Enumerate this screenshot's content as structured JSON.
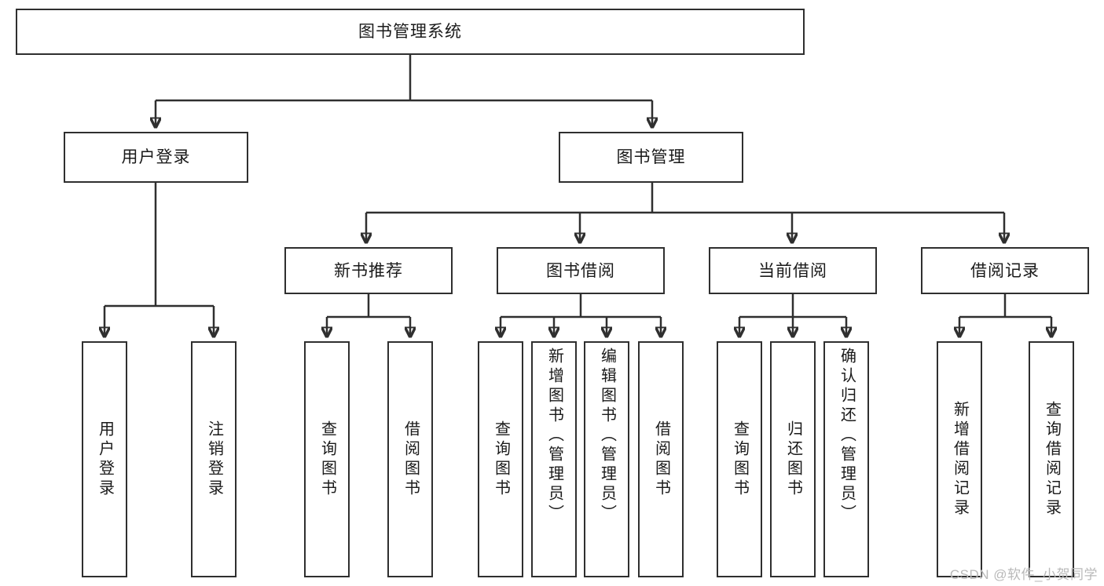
{
  "diagram": {
    "type": "tree",
    "title": "图书管理系统",
    "root": {
      "label": "图书管理系统"
    },
    "level2": [
      {
        "id": "user-login",
        "label": "用户登录"
      },
      {
        "id": "book-manage",
        "label": "图书管理"
      }
    ],
    "level3": [
      {
        "id": "new-book-recommend",
        "label": "新书推荐",
        "parent": "book-manage"
      },
      {
        "id": "book-borrow",
        "label": "图书借阅",
        "parent": "book-manage"
      },
      {
        "id": "current-borrow",
        "label": "当前借阅",
        "parent": "book-manage"
      },
      {
        "id": "borrow-record",
        "label": "借阅记录",
        "parent": "book-manage"
      }
    ],
    "leaves": [
      {
        "id": "leaf-user-login",
        "label": "用户登录",
        "parent": "user-login"
      },
      {
        "id": "leaf-user-logout",
        "label": "注销登录",
        "parent": "user-login"
      },
      {
        "id": "leaf-query-book-1",
        "label": "查询图书",
        "parent": "new-book-recommend"
      },
      {
        "id": "leaf-borrow-book-1",
        "label": "借阅图书",
        "parent": "new-book-recommend"
      },
      {
        "id": "leaf-query-book-2",
        "label": "查询图书",
        "parent": "book-borrow"
      },
      {
        "id": "leaf-add-book",
        "label": "新增图书（管理员）",
        "parent": "book-borrow"
      },
      {
        "id": "leaf-edit-book",
        "label": "编辑图书（管理员）",
        "parent": "book-borrow"
      },
      {
        "id": "leaf-borrow-book-2",
        "label": "借阅图书",
        "parent": "book-borrow"
      },
      {
        "id": "leaf-query-book-3",
        "label": "查询图书",
        "parent": "current-borrow"
      },
      {
        "id": "leaf-return-book",
        "label": "归还图书",
        "parent": "current-borrow"
      },
      {
        "id": "leaf-confirm-return",
        "label": "确认归还（管理员）",
        "parent": "current-borrow"
      },
      {
        "id": "leaf-add-record",
        "label": "新增借阅记录",
        "parent": "borrow-record"
      },
      {
        "id": "leaf-query-record",
        "label": "查询借阅记录",
        "parent": "borrow-record"
      }
    ],
    "watermark": "CSDN @软件_小贺同学",
    "colors": {
      "stroke": "#2f2f2f",
      "background": "#ffffff",
      "text": "#1a1a1a",
      "watermark": "#b9b9b9"
    }
  }
}
